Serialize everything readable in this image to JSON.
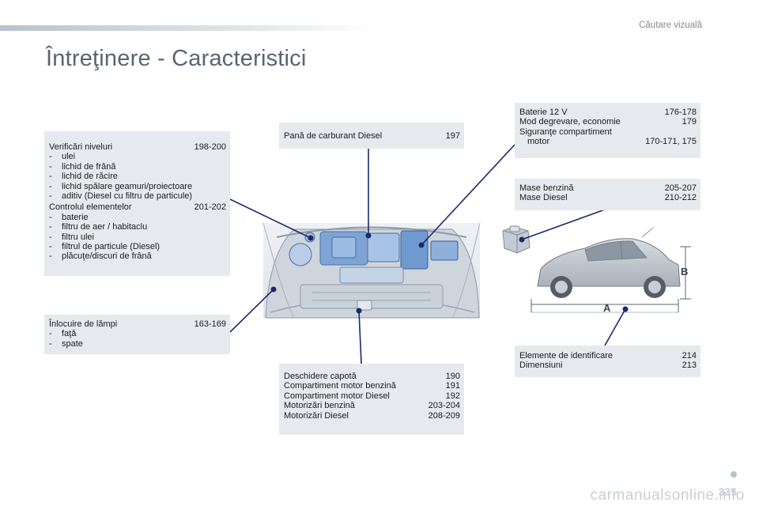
{
  "header": {
    "section": "Căutare vizuală",
    "title": "Întreţinere - Caracteristici"
  },
  "boxes": {
    "levels": {
      "row1": {
        "label": "Verificări niveluri",
        "pages": "198-200"
      },
      "items1": [
        "ulei",
        "lichid de frână",
        "lichid de răcire",
        "lichid spălare geamuri/proiectoare",
        "aditiv (Diesel cu filtru de particule)"
      ],
      "row2": {
        "label": "Controlul elementelor",
        "pages": "201-202"
      },
      "items2": [
        "baterie",
        "filtru de aer / habitaclu",
        "filtru ulei",
        "filtrul de particule (Diesel)",
        "plăcuţe/discuri de frână"
      ]
    },
    "lamps": {
      "row1": {
        "label": "Înlocuire de lămpi",
        "pages": "163-169"
      },
      "items": [
        "faţă",
        "spate"
      ]
    },
    "fuel": {
      "row1": {
        "label": "Pană de carburant Diesel",
        "pages": "197"
      }
    },
    "bonnet": {
      "rows": [
        {
          "label": "Deschidere capotă",
          "pages": "190"
        },
        {
          "label": "Compartiment motor benzină",
          "pages": "191"
        },
        {
          "label": "Compartiment motor Diesel",
          "pages": "192"
        },
        {
          "label": "Motorizări benzină",
          "pages": "203-204"
        },
        {
          "label": "Motorizări Diesel",
          "pages": "208-209"
        }
      ]
    },
    "battery": {
      "rows": [
        {
          "label": "Baterie 12 V",
          "pages": "176-178"
        },
        {
          "label": "Mod degrevare, economie",
          "pages": "179"
        }
      ],
      "fuse_label": "Siguranţe compartiment",
      "fuse_sub": "motor",
      "fuse_pages": "170-171, 175"
    },
    "weights": {
      "rows": [
        {
          "label": "Mase benzină",
          "pages": "205-207"
        },
        {
          "label": "Mase Diesel",
          "pages": "210-212"
        }
      ]
    },
    "ident": {
      "rows": [
        {
          "label": "Elemente de identificare",
          "pages": "214"
        },
        {
          "label": "Dimensiuni",
          "pages": "213"
        }
      ]
    }
  },
  "car": {
    "dim_a": "A",
    "dim_b": "B"
  },
  "footer": {
    "page_number": "335",
    "watermark": "carmanualsonline.info"
  },
  "colors": {
    "box_bg": "#e6e9ed",
    "leader": "#1b2a6b",
    "engine_blue": "#6f9ad0"
  }
}
